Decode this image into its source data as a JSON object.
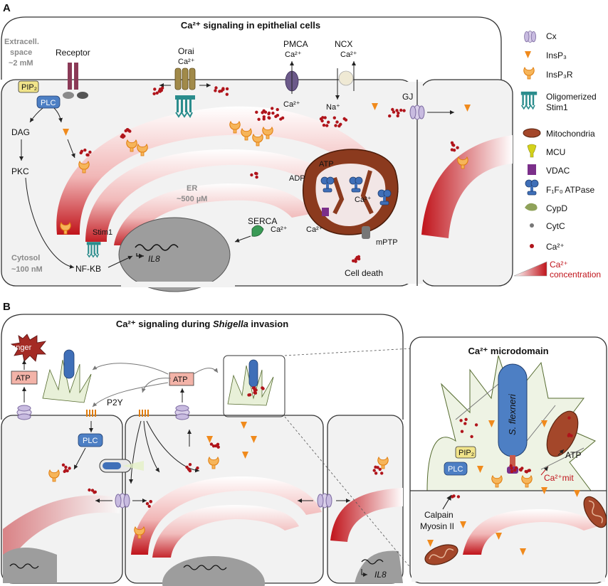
{
  "panel_a": {
    "letter": "A",
    "title": "Ca²⁺ signaling in epithelial cells",
    "extracell_line1": "Extracell.",
    "extracell_line2": "space",
    "extracell_line3": "~2 mM",
    "cytosol_line1": "Cytosol",
    "cytosol_line2": "~100 nM",
    "receptor": "Receptor",
    "pip2": "PIP₂",
    "plc": "PLC",
    "dag": "DAG",
    "pkc": "PKC",
    "nfkb": "NF-KB",
    "stim1": "Stim1",
    "il8": "IL8",
    "orai": "Orai",
    "orai_ca": "Ca²⁺",
    "pmca": "PMCA",
    "pmca_ca_top": "Ca²⁺",
    "pmca_ca_bottom": "Ca²⁺",
    "ncx": "NCX",
    "ncx_ca": "Ca²⁺",
    "ncx_na": "Na⁺",
    "gj": "GJ",
    "er_line1": "ER",
    "er_line2": "~500 µM",
    "serca": "SERCA",
    "serca_ca": "Ca²⁺",
    "atp": "ATP",
    "adp": "ADP",
    "mito_ca": "Ca²⁺",
    "vdac_ca": "Ca²⁺",
    "mptp": "mPTP",
    "cell_death": "Cell death"
  },
  "legend": {
    "items": [
      {
        "label": "Cx",
        "icon": "connexin-icon"
      },
      {
        "label": "InsP₃",
        "icon": "insp3-icon"
      },
      {
        "label": "InsP₃R",
        "icon": "insp3r-icon"
      },
      {
        "label": "Oligomerized",
        "label2": "Stim1",
        "icon": "stim1-icon"
      },
      {
        "label": "Mitochondria",
        "icon": "mitochondria-icon"
      },
      {
        "label": "MCU",
        "icon": "mcu-icon"
      },
      {
        "label": "VDAC",
        "icon": "vdac-icon"
      },
      {
        "label": "F₁F₀ ATPase",
        "icon": "atpase-icon"
      },
      {
        "label": "CypD",
        "icon": "cypd-icon"
      },
      {
        "label": "CytC",
        "icon": "cytc-icon"
      },
      {
        "label": "Ca²⁺",
        "icon": "calcium-icon"
      },
      {
        "label": "Ca²⁺",
        "label2": "concentration",
        "icon": "gradient-icon"
      }
    ]
  },
  "panel_b": {
    "letter": "B",
    "title_prefix": "Ca²⁺ signaling during ",
    "title_italic": "Shigella",
    "title_suffix": " invasion",
    "danger": "danger",
    "atp_left": "ATP",
    "atp_mid": "ATP",
    "p2y": "P2Y",
    "plc": "PLC",
    "il8": "IL8",
    "micro_title": "Ca²⁺ microdomain",
    "s_flexneri": "S. flexneri",
    "pip2": "PIP₂",
    "plc_micro": "PLC",
    "ca_mit": "Ca²⁺mit",
    "atp_micro": "ATP",
    "calpain": "Calpain",
    "myosin": "Myosin II"
  },
  "colors": {
    "membrane": "#333333",
    "cytosol": "#f2f2f2",
    "er_red": "#c0131a",
    "calcium": "#b0141b",
    "insp3": "#f08a1c",
    "plc_blue": "#4d7fc4",
    "pip2_yellow": "#f1e48a",
    "mito": "#8b3a1e",
    "stim_teal": "#2a8c8c",
    "danger_red": "#a42a24"
  }
}
